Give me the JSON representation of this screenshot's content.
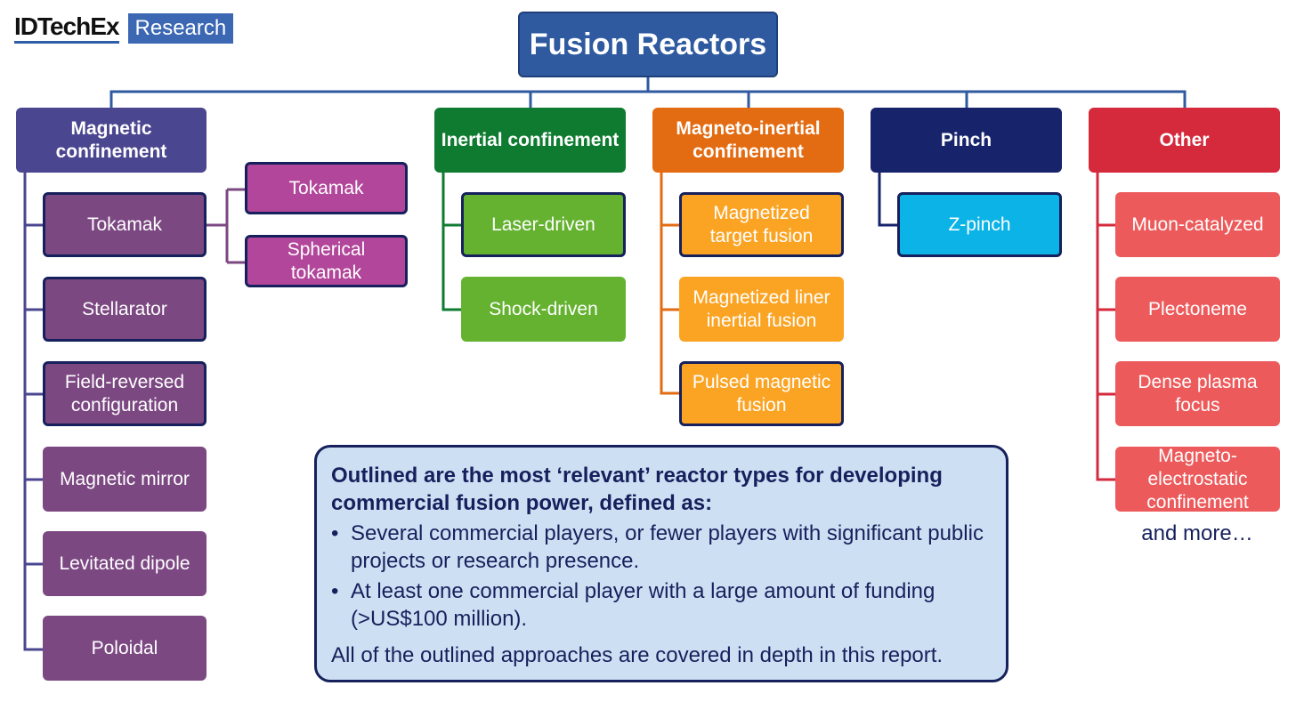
{
  "logo": {
    "brand": "IDTechEx",
    "badge": "Research"
  },
  "title": "Fusion Reactors",
  "categories": {
    "magnetic": {
      "label": "Magnetic confinement",
      "items": [
        "Tokamak",
        "Stellarator",
        "Field-reversed configuration",
        "Magnetic mirror",
        "Levitated dipole",
        "Poloidal"
      ],
      "tokamak_subtypes": [
        "Tokamak",
        "Spherical tokamak"
      ]
    },
    "inertial": {
      "label": "Inertial confinement",
      "items": [
        "Laser-driven",
        "Shock-driven"
      ]
    },
    "magneto_inertial": {
      "label": "Magneto-inertial confinement",
      "items": [
        "Magnetized target fusion",
        "Magnetized liner inertial fusion",
        "Pulsed magnetic fusion"
      ]
    },
    "pinch": {
      "label": "Pinch",
      "items": [
        "Z-pinch"
      ]
    },
    "other": {
      "label": "Other",
      "items": [
        "Muon-catalyzed",
        "Plectoneme",
        "Dense plasma focus",
        "Magneto-electrostatic confinement"
      ],
      "more": "and more…"
    }
  },
  "info": {
    "heading": "Outlined are the most ‘relevant’ reactor types for developing commercial fusion power, defined as:",
    "bullets": [
      "Several commercial players, or fewer players with significant public projects or research presence.",
      "At least one commercial player with a large amount of funding (>US$100 million)."
    ],
    "footer": "All of the outlined approaches are covered in depth in this report."
  },
  "colors": {
    "title_bg": "#2f5aa0",
    "magnetic_cat": "#4b4690",
    "magnetic_item": "#7b4882",
    "tokamak_sub": "#b2469a",
    "inertial_cat": "#0e7b30",
    "inertial_item": "#64b230",
    "magneto_inertial_cat": "#e36b12",
    "magneto_inertial_item": "#fba424",
    "pinch_cat": "#17236b",
    "pinch_item": "#0cb3e6",
    "other_cat": "#d42a3c",
    "other_item": "#ec5a5b",
    "outline": "#16205c",
    "info_bg": "#cde0f3"
  }
}
